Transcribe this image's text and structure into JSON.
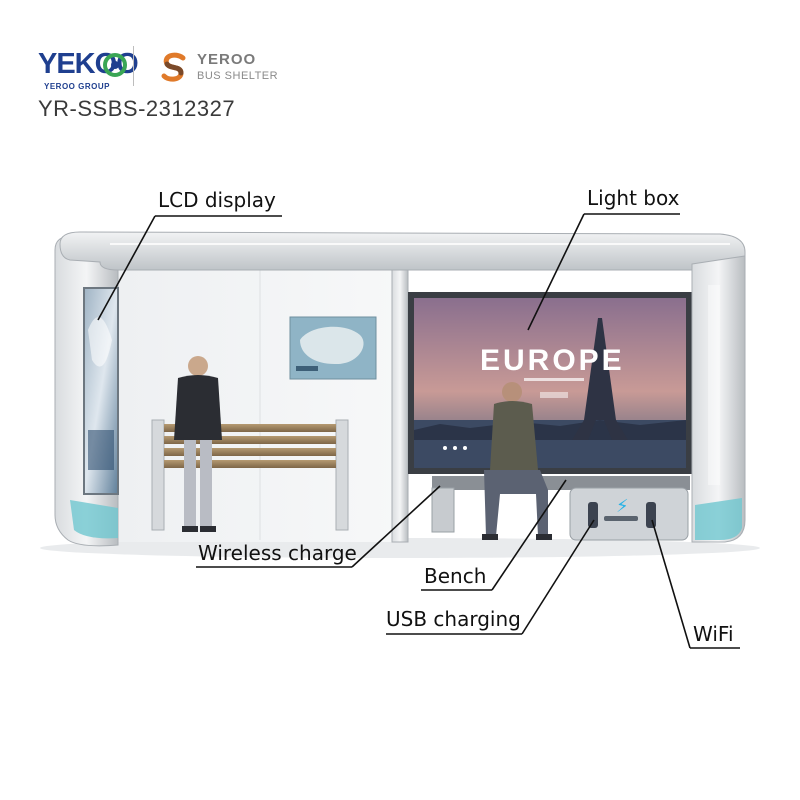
{
  "brand": {
    "primary_logo": "YEKOO",
    "primary_group": "YEROO GROUP",
    "secondary_name": "YEROO",
    "secondary_sub": "BUS SHELTER",
    "colors": {
      "navy": "#1f3f8f",
      "green": "#3aa655",
      "orange": "#e07a2a",
      "brown": "#7a4a2a",
      "gray": "#7a7a7a"
    }
  },
  "model_number": "YR-SSBS-2312327",
  "callouts": {
    "lcd": "LCD display",
    "lightbox": "Light box",
    "wireless": "Wireless charge",
    "bench": "Bench",
    "usb": "USB charging",
    "wifi": "WiFi"
  },
  "ad_poster": {
    "headline": "EUROPE"
  }
}
